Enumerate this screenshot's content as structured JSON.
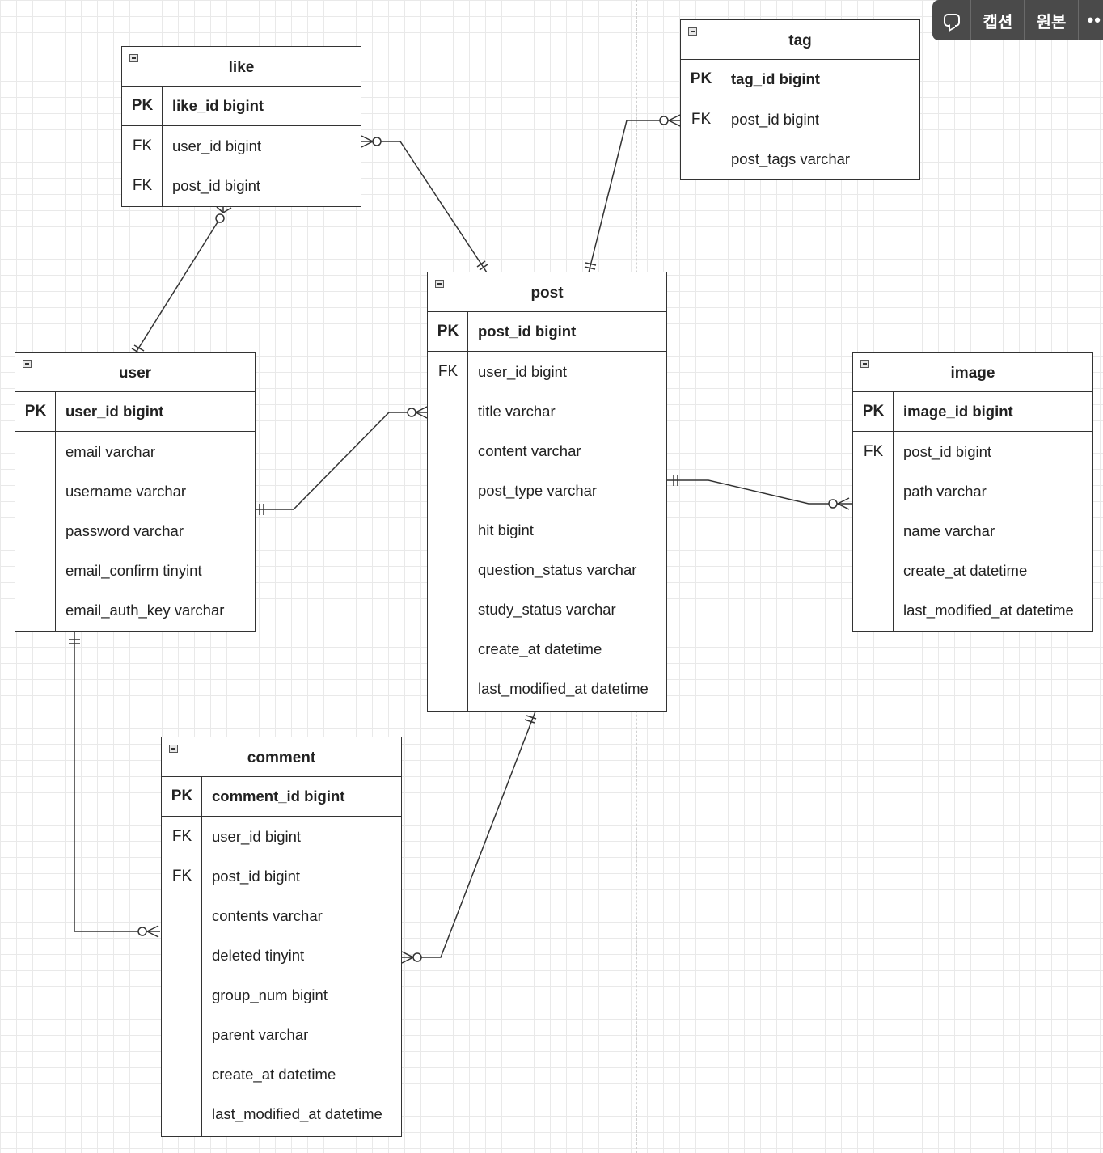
{
  "toolbar": {
    "caption_icon": "speech-bubble-icon",
    "caption_label": "캡션",
    "original_label": "원본",
    "more_label": "••"
  },
  "entities": {
    "like": {
      "name": "like",
      "pk": {
        "key": "PK",
        "field": "like_id bigint"
      },
      "rows": [
        {
          "key": "FK",
          "field": "user_id bigint"
        },
        {
          "key": "FK",
          "field": "post_id bigint"
        }
      ]
    },
    "tag": {
      "name": "tag",
      "pk": {
        "key": "PK",
        "field": "tag_id bigint"
      },
      "rows": [
        {
          "key": "FK",
          "field": "post_id bigint"
        },
        {
          "key": "",
          "field": "post_tags varchar"
        }
      ]
    },
    "post": {
      "name": "post",
      "pk": {
        "key": "PK",
        "field": "post_id bigint"
      },
      "rows": [
        {
          "key": "FK",
          "field": "user_id bigint"
        },
        {
          "key": "",
          "field": "title varchar"
        },
        {
          "key": "",
          "field": "content varchar"
        },
        {
          "key": "",
          "field": "post_type varchar"
        },
        {
          "key": "",
          "field": "hit bigint"
        },
        {
          "key": "",
          "field": "question_status varchar"
        },
        {
          "key": "",
          "field": "study_status varchar"
        },
        {
          "key": "",
          "field": "create_at datetime"
        },
        {
          "key": "",
          "field": "last_modified_at datetime"
        }
      ]
    },
    "user": {
      "name": "user",
      "pk": {
        "key": "PK",
        "field": "user_id bigint"
      },
      "rows": [
        {
          "key": "",
          "field": "email varchar"
        },
        {
          "key": "",
          "field": "username varchar"
        },
        {
          "key": "",
          "field": "password varchar"
        },
        {
          "key": "",
          "field": "email_confirm tinyint"
        },
        {
          "key": "",
          "field": "email_auth_key varchar"
        }
      ]
    },
    "image": {
      "name": "image",
      "pk": {
        "key": "PK",
        "field": "image_id bigint"
      },
      "rows": [
        {
          "key": "FK",
          "field": "post_id bigint"
        },
        {
          "key": "",
          "field": "path varchar"
        },
        {
          "key": "",
          "field": "name varchar"
        },
        {
          "key": "",
          "field": "create_at datetime"
        },
        {
          "key": "",
          "field": "last_modified_at datetime"
        }
      ]
    },
    "comment": {
      "name": "comment",
      "pk": {
        "key": "PK",
        "field": "comment_id bigint"
      },
      "rows": [
        {
          "key": "FK",
          "field": "user_id bigint"
        },
        {
          "key": "FK",
          "field": "post_id bigint"
        },
        {
          "key": "",
          "field": "contents varchar"
        },
        {
          "key": "",
          "field": "deleted tinyint"
        },
        {
          "key": "",
          "field": "group_num bigint"
        },
        {
          "key": "",
          "field": "parent varchar"
        },
        {
          "key": "",
          "field": "create_at datetime"
        },
        {
          "key": "",
          "field": "last_modified_at datetime"
        }
      ]
    }
  },
  "relationships": [
    {
      "from": "user",
      "from_card": "one",
      "to": "like",
      "to_card": "zero-or-many"
    },
    {
      "from": "post",
      "from_card": "one",
      "to": "like",
      "to_card": "zero-or-many"
    },
    {
      "from": "post",
      "from_card": "one",
      "to": "tag",
      "to_card": "zero-or-many"
    },
    {
      "from": "user",
      "from_card": "one",
      "to": "post",
      "to_card": "zero-or-many"
    },
    {
      "from": "post",
      "from_card": "one",
      "to": "image",
      "to_card": "zero-or-many"
    },
    {
      "from": "user",
      "from_card": "one",
      "to": "comment",
      "to_card": "zero-or-many"
    },
    {
      "from": "post",
      "from_card": "one",
      "to": "comment",
      "to_card": "zero-or-many"
    }
  ]
}
